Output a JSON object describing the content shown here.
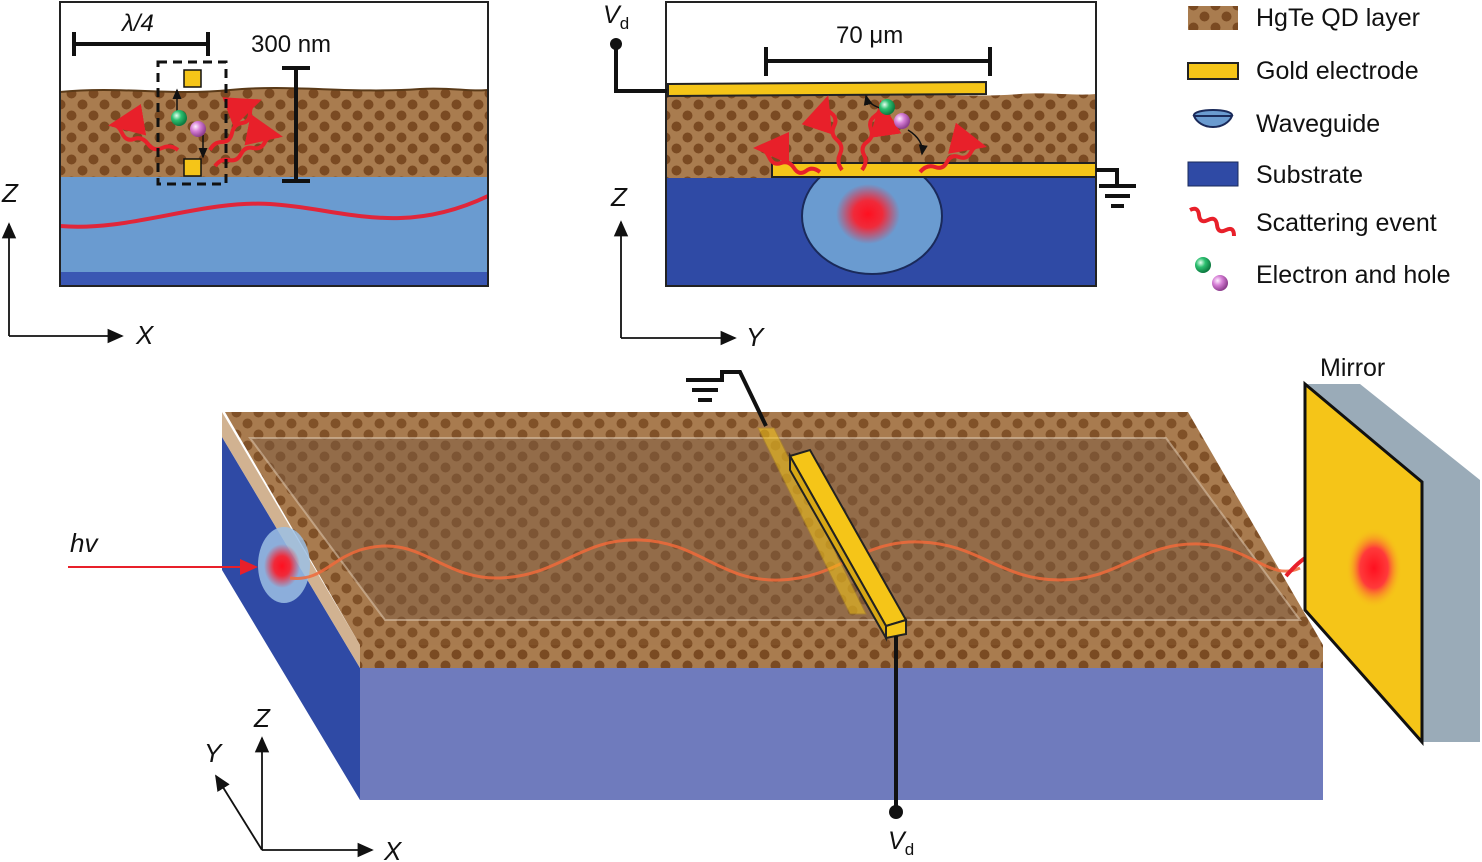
{
  "panel_xz": {
    "dimension_left": "λ/4",
    "dimension_right": "300 nm",
    "axis_vertical": "Z",
    "axis_horizontal": "X"
  },
  "panel_yz": {
    "voltage_main": "V",
    "voltage_sub": "d",
    "dimension": "70 μm",
    "axis_vertical": "Z",
    "axis_horizontal": "Y"
  },
  "legend": [
    {
      "key": "qd",
      "label": "HgTe QD layer"
    },
    {
      "key": "gold",
      "label": "Gold electrode"
    },
    {
      "key": "waveguide",
      "label": "Waveguide"
    },
    {
      "key": "substrate",
      "label": "Substrate"
    },
    {
      "key": "scatter",
      "label": "Scattering event"
    },
    {
      "key": "carriers",
      "label": "Electron and hole"
    }
  ],
  "device3d": {
    "mirror_label": "Mirror",
    "input_light_label": "hv",
    "voltage_main": "V",
    "voltage_sub": "d",
    "axis_x": "X",
    "axis_y": "Y",
    "axis_z": "Z"
  },
  "colors": {
    "qd_base": "#a97c4f",
    "qd_dot": "#7a4a22",
    "gold": "#f5c518",
    "waveguide": "#6a9bd0",
    "substrate": "#2f4aa5",
    "substrate_side": "#6f7bbd",
    "scatter": "#e8202a",
    "electron": "#2cc070",
    "hole": "#d67fd6",
    "mirror_back": "#9aabb8"
  }
}
